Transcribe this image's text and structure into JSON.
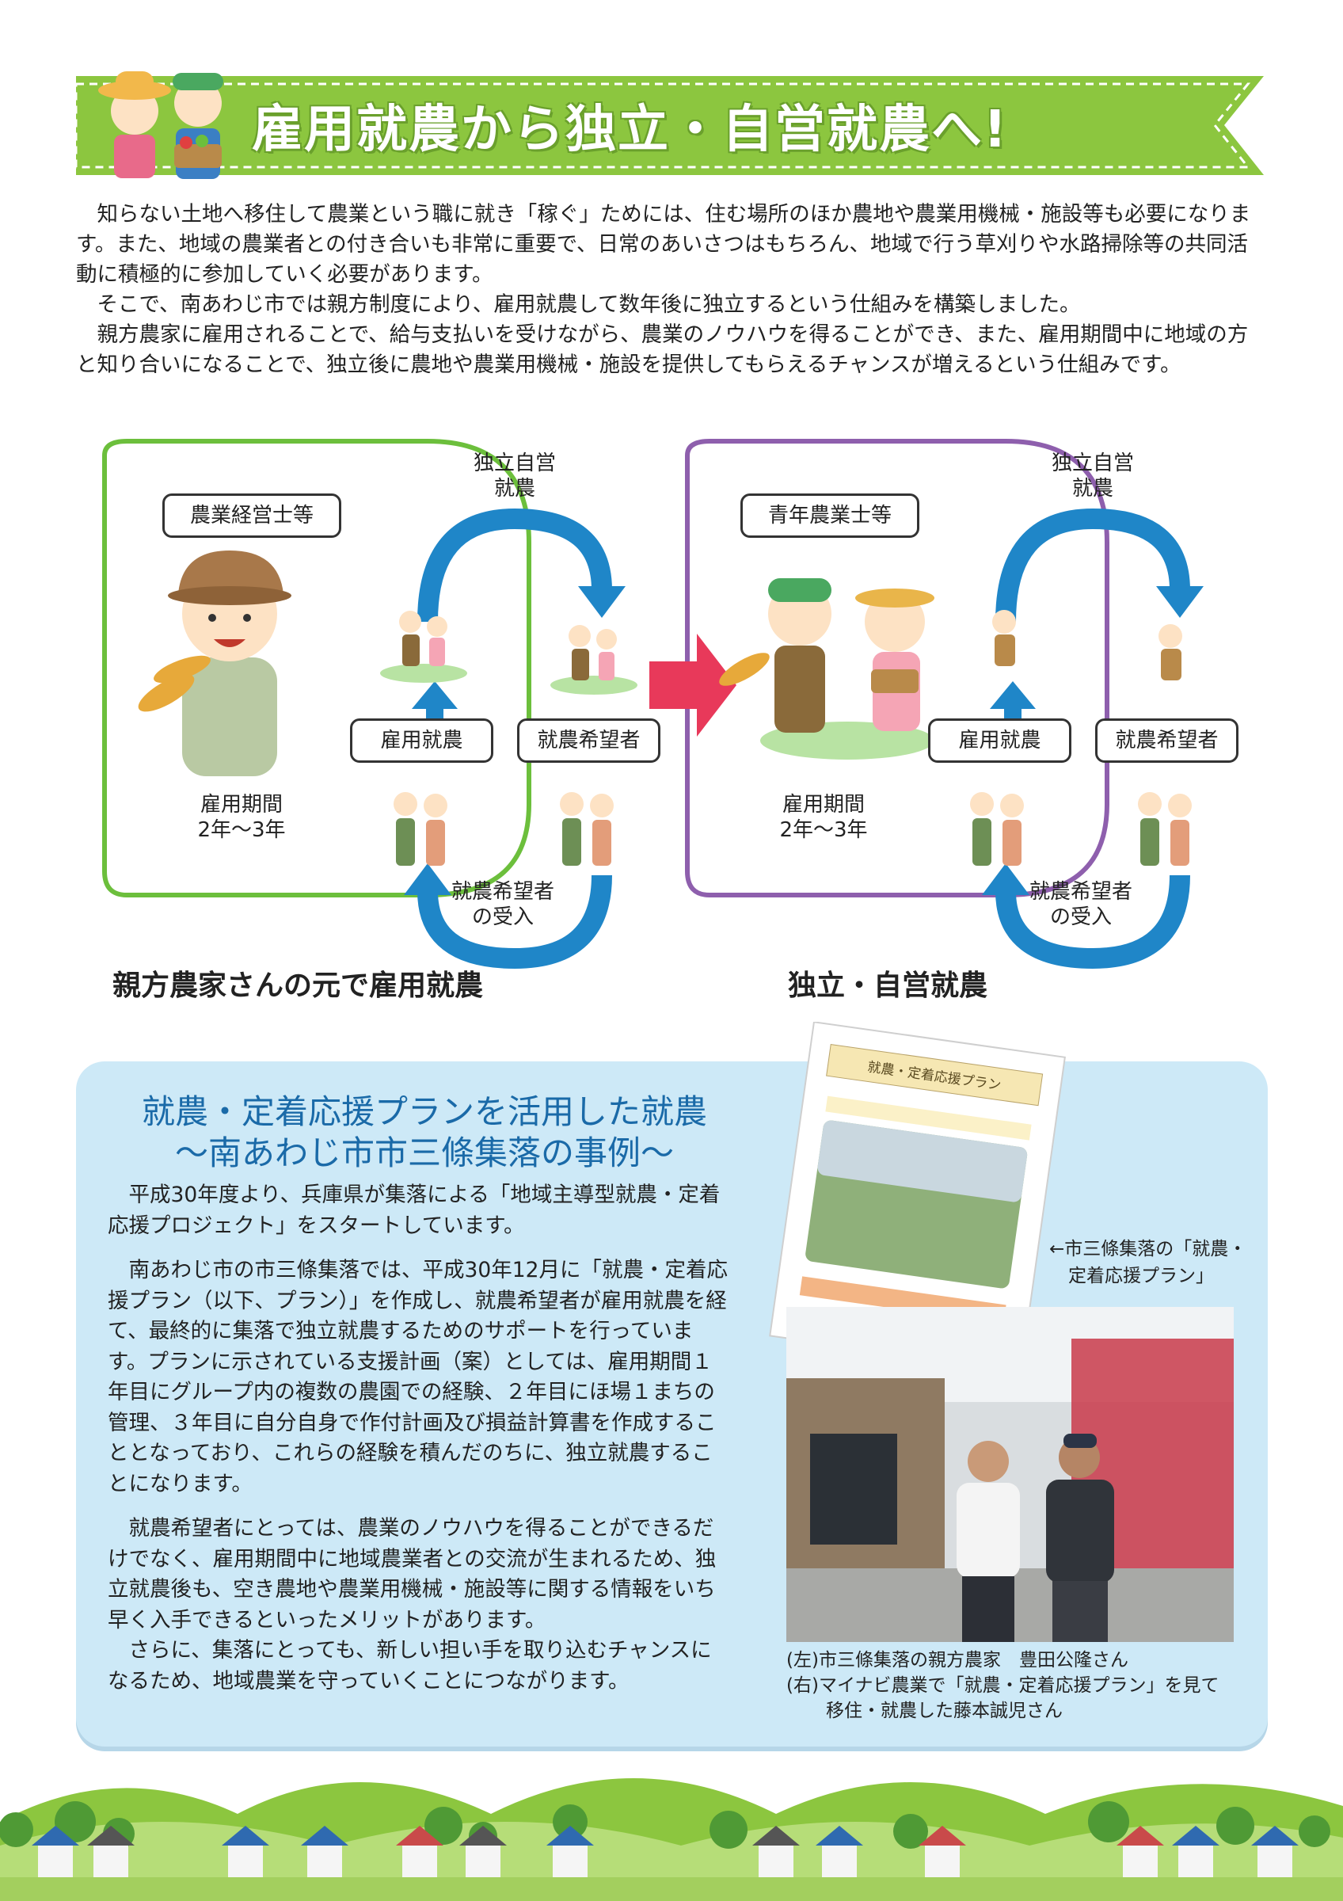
{
  "header": {
    "title": "雇用就農から独立・自営就農へ!"
  },
  "intro": {
    "paragraphs": [
      "知らない土地へ移住して農業という職に就き「稼ぐ」ためには、住む場所のほか農地や農業用機械・施設等も必要になります。また、地域の農業者との付き合いも非常に重要で、日常のあいさつはもちろん、地域で行う草刈りや水路掃除等の共同活動に積極的に参加していく必要があります。",
      "そこで、南あわじ市では親方制度により、雇用就農して数年後に独立するという仕組みを構築しました。",
      "親方農家に雇用されることで、給与支払いを受けながら、農業のノウハウを得ることができ、また、雇用期間中に地域の方と知り合いになることで、独立後に農地や農業用機械・施設を提供してもらえるチャンスが増えるという仕組みです。"
    ]
  },
  "diagram": {
    "left": {
      "box_label": "農業経営士等",
      "independent": "独立自営\n就農",
      "employment_box": "雇用就農",
      "applicant_box": "就農希望者",
      "period": "雇用期間\n2年～3年",
      "acceptance": "就農希望者\nの受入",
      "caption": "親方農家さんの元で雇用就農"
    },
    "right": {
      "box_label": "青年農業士等",
      "independent": "独立自営\n就農",
      "employment_box": "雇用就農",
      "applicant_box": "就農希望者",
      "period": "雇用期間\n2年～3年",
      "acceptance": "就農希望者\nの受入",
      "caption": "独立・自営就農"
    },
    "colors": {
      "left_frame": "#6cbf3c",
      "right_frame": "#8e5fad",
      "arrow_blue": "#1f86c8",
      "center_arrow": "#e8395a"
    }
  },
  "case_study": {
    "title_line1": "就農・定着応援プランを活用した就農",
    "title_line2": "～南あわじ市市三條集落の事例～",
    "paragraphs": [
      "平成30年度より、兵庫県が集落による「地域主導型就農・定着応援プロジェクト」をスタートしています。",
      "南あわじ市の市三條集落では、平成30年12月に「就農・定着応援プラン（以下、プラン）」を作成し、就農希望者が雇用就農を経て、最終的に集落で独立就農するためのサポートを行っています。プランに示されている支援計画（案）としては、雇用期間１年目にグループ内の複数の農園での経験、２年目にほ場１まちの管理、３年目に自分自身で作付計画及び損益計算書を作成することとなっており、これらの経験を積んだのちに、独立就農することになります。",
      "就農希望者にとっては、農業のノウハウを得ることができるだけでなく、雇用期間中に地域農業者との交流が生まれるため、独立就農後も、空き農地や農業用機械・施設等に関する情報をいち早く入手できるといったメリットがあります。",
      "さらに、集落にとっても、新しい担い手を取り込むチャンスになるため、地域農業を守っていくことにつながります。"
    ],
    "plan_doc_title": "就農・定着応援プラン",
    "plan_caption_line1": "←市三條集落の「就農・",
    "plan_caption_line2": "定着応援プラン」",
    "photo_caption_line1": "(左)市三條集落の親方農家　豊田公隆さん",
    "photo_caption_line2": "(右)マイナビ農業で「就農・定着応援プラン」を見て",
    "photo_caption_line3": "移住・就農した藤本誠児さん"
  }
}
